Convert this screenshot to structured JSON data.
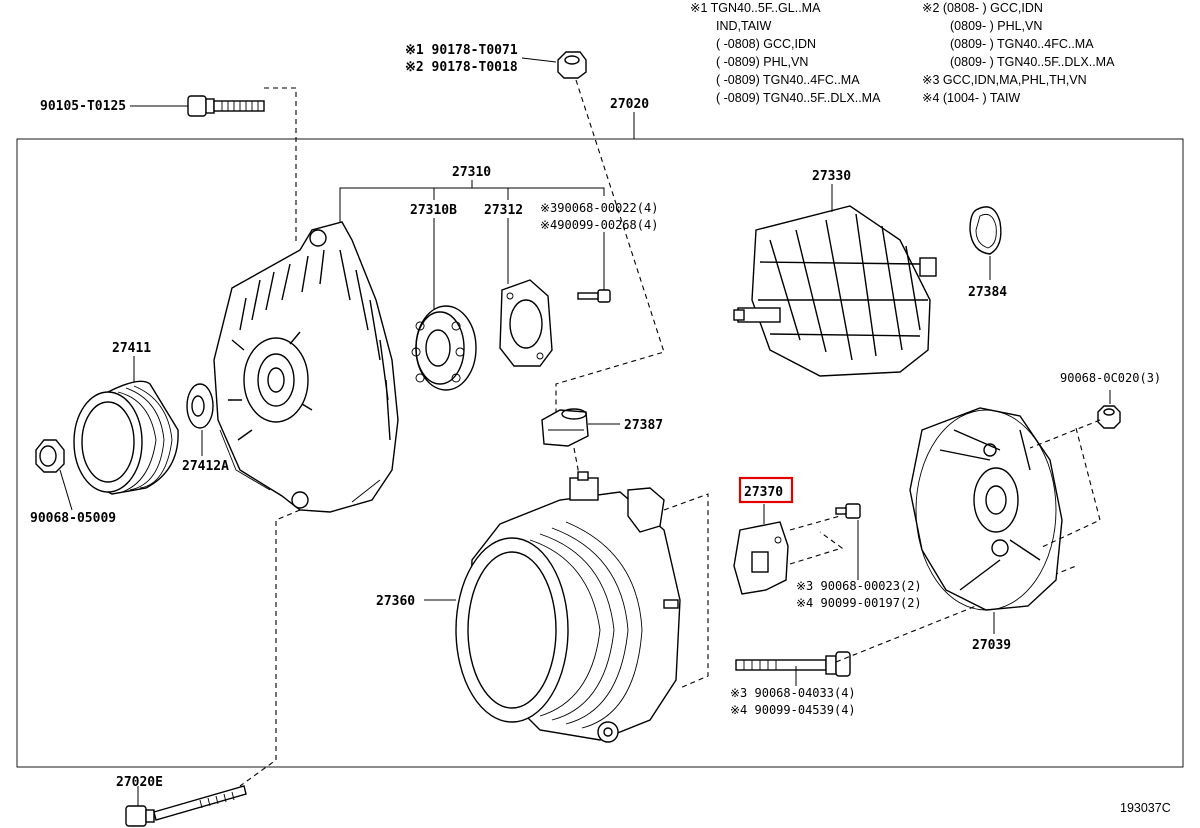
{
  "notes": {
    "left": [
      "※1 TGN40..5F..GL..MA",
      "IND,TAIW",
      "(    -0808) GCC,IDN",
      "(    -0809) PHL,VN",
      "(    -0809) TGN40..4FC..MA",
      "(    -0809) TGN40..5F..DLX..MA"
    ],
    "right": [
      "※2 (0808-     ) GCC,IDN",
      "(0809-     ) PHL,VN",
      "(0809-     ) TGN40..4FC..MA",
      "(0809-     ) TGN40..5F..DLX..MA",
      "※3 GCC,IDN,MA,PHL,TH,VN",
      "※4 (1004-     ) TAIW"
    ]
  },
  "labels": {
    "bolt_top_left": "90105-T0125",
    "nut_top_1": "※1 90178-T0071",
    "nut_top_2": "※2 90178-T0018",
    "assy": "27020",
    "frame": "27310",
    "bearing": "27310B",
    "retainer": "27312",
    "screw_1": "※390068-00022(4)",
    "screw_2": "※490099-00268(4)",
    "rotor": "27330",
    "insulator": "27384",
    "pulley": "27411",
    "spacer": "27412A",
    "pulley_nut": "90068-05009",
    "bushing": "27387",
    "regulator": "27370",
    "reg_screw_1": "※3 90068-00023(2)",
    "reg_screw_2": "※4 90099-00197(2)",
    "stator": "27360",
    "rear_nut": "90068-0C020(3)",
    "rear_cover": "27039",
    "long_bolt_1": "※3 90068-04033(4)",
    "long_bolt_2": "※4 90099-04539(4)",
    "bolt_bottom": "27020E",
    "diagram_code": "193037C"
  },
  "highlight_color": "#e00000"
}
